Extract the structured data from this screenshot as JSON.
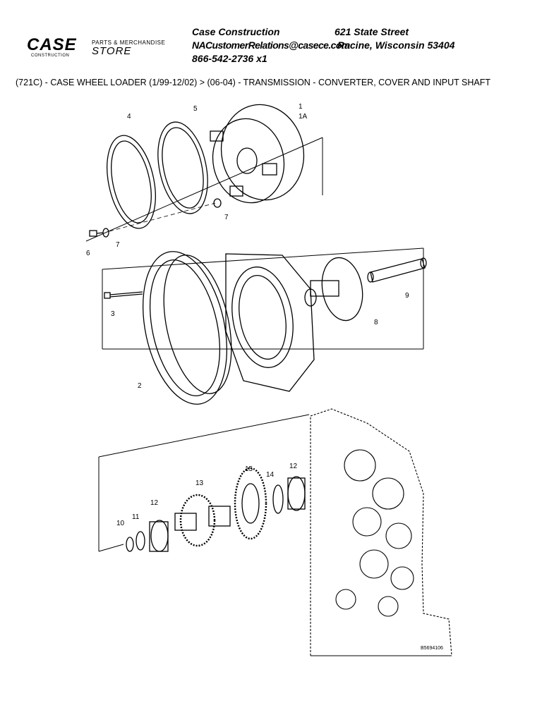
{
  "logo": {
    "brand": "CASE",
    "brand_sub": "CONSTRUCTION",
    "store_top": "PARTS & MERCHANDISE",
    "store_word": "STORE"
  },
  "contact": {
    "company": "Case Construction",
    "street": "621 State Street",
    "email": "NACustomerRelations@casece.com",
    "city": "Racine, Wisconsin 53404",
    "phone": "866-542-2736 x1"
  },
  "breadcrumb": "(721C) - CASE WHEEL LOADER (1/99-12/02) > (06-04) - TRANSMISSION - CONVERTER, COVER AND INPUT SHAFT",
  "diagram": {
    "labels": {
      "p1": "1",
      "p1a": "1A",
      "p2": "2",
      "p3": "3",
      "p4": "4",
      "p5": "5",
      "p6": "6",
      "p7a": "7",
      "p7b": "7",
      "p8": "8",
      "p9": "9",
      "p10": "10",
      "p11": "11",
      "p12a": "12",
      "p12b": "12",
      "p13": "13",
      "p14": "14",
      "p15": "15"
    },
    "code": "B5694106"
  }
}
